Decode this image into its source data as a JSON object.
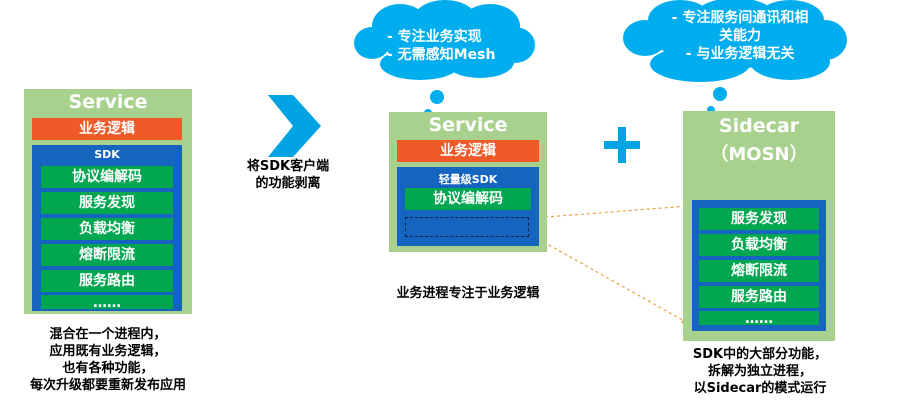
{
  "left_panel": {
    "title": "Service",
    "business_logic": "业务逻辑",
    "sdk_title": "SDK",
    "items": [
      "协议编解码",
      "服务发现",
      "负载均衡",
      "熔断限流",
      "服务路由",
      "……"
    ],
    "caption": [
      "混合在一个进程内，",
      "应用既有业务逻辑，",
      "也有各种功能，",
      "每次升级都要重新发布应用"
    ]
  },
  "arrow_caption": [
    "将SDK客户端",
    "的功能剥离"
  ],
  "middle_panel": {
    "title": "Service",
    "business_logic": "业务逻辑",
    "sdk_title": "轻量级SDK",
    "items": [
      "协议编解码"
    ],
    "caption": "业务进程专注于业务逻辑",
    "cloud": [
      "-  专注业务实现",
      "-  无需感知Mesh"
    ]
  },
  "plus_symbol": "+",
  "right_panel": {
    "title": "Sidecar",
    "subtitle": "（MOSN）",
    "items": [
      "服务发现",
      "负载均衡",
      "熔断限流",
      "服务路由",
      "……"
    ],
    "caption": [
      "SDK中的大部分功能，",
      "拆解为独立进程，",
      "以Sidecar的模式运行"
    ],
    "cloud": [
      "-  专注服务间通讯和相",
      "关能力",
      "-  与业务逻辑无关"
    ]
  },
  "colors": {
    "green_box": "#a9d18e",
    "orange": "#f05a28",
    "blue": "#1565c0",
    "item_green": "#00a650",
    "cloud_blue": "#00aeef",
    "accent_blue": "#00a4e4",
    "dashed_orange": "#e8a33d"
  }
}
